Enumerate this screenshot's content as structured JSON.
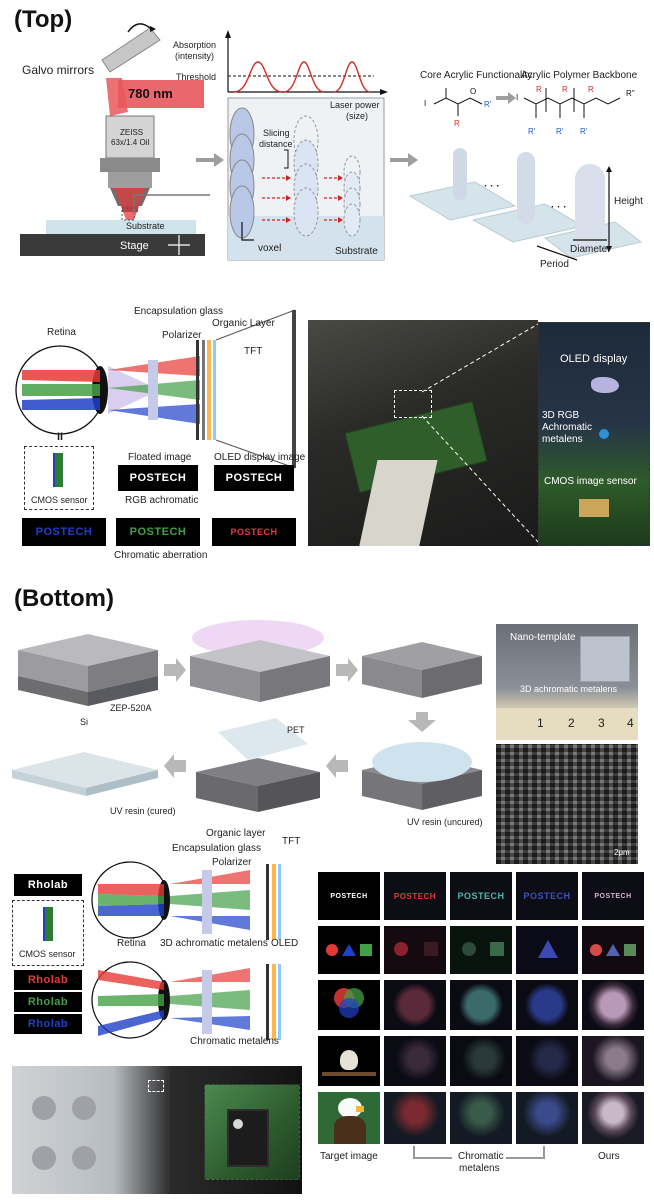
{
  "sections": {
    "top": "(Top)",
    "bottom": "(Bottom)"
  },
  "top": {
    "setup": {
      "galvo": "Galvo mirrors",
      "laser": "780 nm",
      "objective_line1": "ZEISS",
      "objective_line2": "63x/1.4 Oil",
      "substrate": "Substrate",
      "stage": "Stage"
    },
    "graph": {
      "ylabel_line1": "Absorption",
      "ylabel_line2": "(intensity)",
      "threshold": "Threshold",
      "xlabel_line1": "Laser power",
      "xlabel_line2": "(size)",
      "slicing_line1": "Slicing",
      "slicing_line2": "distance",
      "voxel": "voxel",
      "substrate": "Substrate"
    },
    "chem": {
      "core": "Core Acrylic Functionality",
      "backbone": "Acrylic Polymer Backbone",
      "height": "Height",
      "diameter": "Diameter",
      "period": "Period",
      "ellipsis": "· · ·"
    }
  },
  "middle": {
    "encapsulation": "Encapsulation glass",
    "organic": "Organic Layer",
    "polarizer": "Polarizer",
    "tft": "TFT",
    "retina": "Retina",
    "equals": "II",
    "cmos": "CMOS sensor",
    "floated": "Floated image",
    "oled_display_image": "OLED display image",
    "postech": "POSTECH",
    "rgb_achromatic": "RGB achromatic",
    "chromatic_aberration": "Chromatic aberration",
    "photo": {
      "oled_display": "OLED display",
      "metalens_line1": "3D RGB",
      "metalens_line2": "Achromatic",
      "metalens_line3": "metalens",
      "cmos": "CMOS image sensor"
    }
  },
  "bottom": {
    "fab": {
      "si": "Si",
      "zep": "ZEP-520A",
      "pet": "PET",
      "uv_cured": "UV resin (cured)",
      "uv_uncured": "UV resin (uncured)",
      "nano_template": "Nano-template",
      "metalens3d": "3D achromatic metalens",
      "ruler": [
        "1",
        "2",
        "3",
        "4"
      ],
      "scale": "2μm"
    },
    "optics": {
      "organic": "Organic layer",
      "encapsulation": "Encapsulation glass",
      "polarizer": "Polarizer",
      "tft": "TFT",
      "retina": "Retina",
      "metalens3d": "3D achromatic metalens",
      "oled": "OLED",
      "chromatic": "Chromatic metalens",
      "rholab": "Rholab",
      "cmos": "CMOS sensor"
    },
    "grid": {
      "postech": "POSTECH",
      "col_target": "Target image",
      "col_chromatic_line1": "Chromatic",
      "col_chromatic_line2": "metalens",
      "col_ours": "Ours"
    }
  },
  "colors": {
    "red": "#e53935",
    "green": "#43a047",
    "blue": "#1e40c8",
    "laser_red": "#d9252b",
    "voxel_blue": "#b8c8e6"
  }
}
